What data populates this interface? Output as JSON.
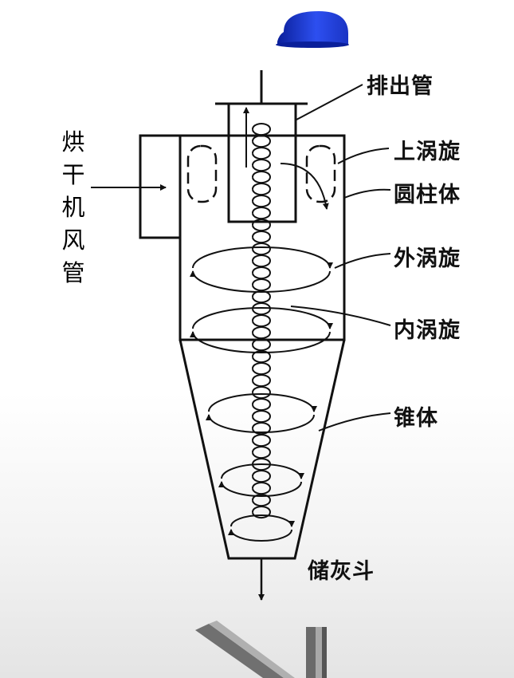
{
  "labels": {
    "outlet_pipe": "排出管",
    "upper_vortex": "上涡旋",
    "cylinder": "圆柱体",
    "outer_vortex": "外涡旋",
    "inner_vortex": "内涡旋",
    "cone": "锥体",
    "ash_hopper": "储灰斗"
  },
  "inlet_label_chars": [
    "烘",
    "干",
    "机",
    "风",
    "管"
  ],
  "colors": {
    "line": "#111111",
    "cap": "#1f3fd6",
    "cap_dark": "#0a1f9a",
    "pipe_gray": "#888888"
  }
}
